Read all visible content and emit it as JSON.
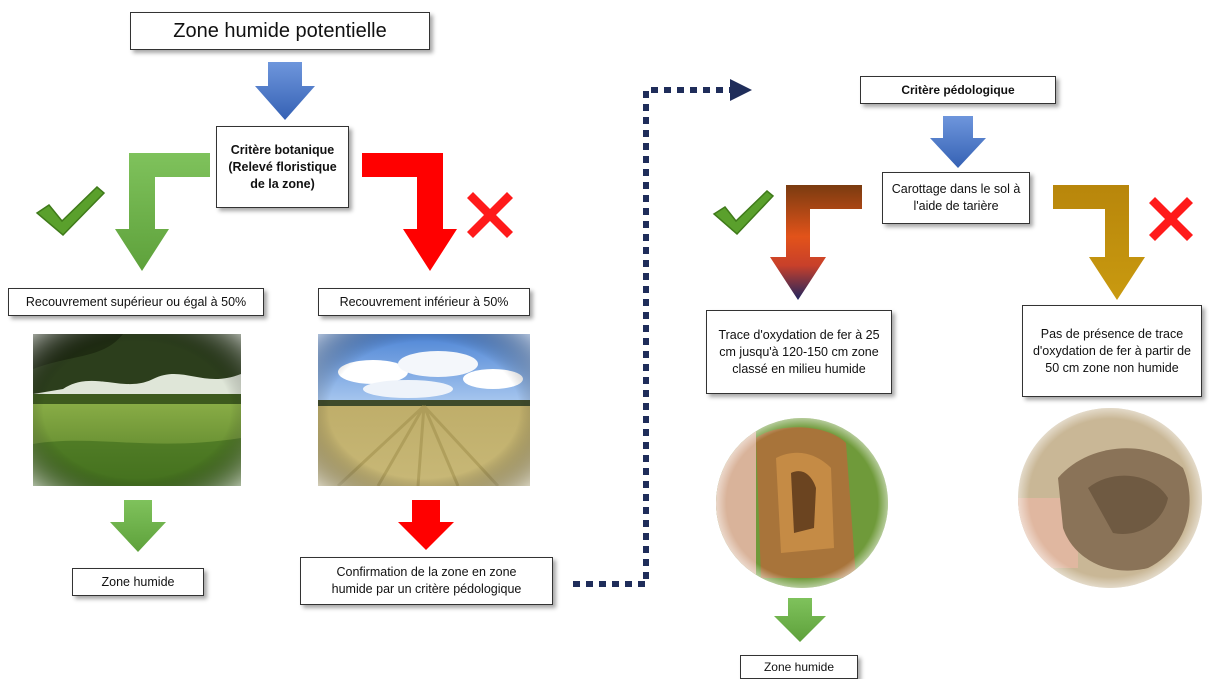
{
  "colors": {
    "blue_arrow": "#4472c4",
    "green_arrow": "#6ab04c",
    "red_arrow": "#ff0000",
    "gold_arrow": "#bf9000",
    "check_green": "#5aa02c",
    "cross_red": "#ff1a1a",
    "dotted_line": "#1f2d5a"
  },
  "title": "Zone humide potentielle",
  "left": {
    "criterion": "Critère botanique (Relevé floristique de la zone)",
    "positive_result": "Recouvrement supérieur ou égal à 50%",
    "negative_result": "Recouvrement inférieur à 50%",
    "positive_outcome": "Zone humide",
    "negative_outcome": "Confirmation de la zone en zone humide par un critère pédologique",
    "positive_icon": "check-icon",
    "negative_icon": "cross-icon"
  },
  "right": {
    "criterion": "Critère pédologique",
    "method": "Carottage dans le sol à l'aide de tarière",
    "positive_result": "Trace d'oxydation de fer à 25 cm jusqu'à 120-150 cm zone classé en milieu humide",
    "negative_result": "Pas de présence de trace d'oxydation de fer à partir de 50 cm zone non humide",
    "positive_outcome": "Zone humide",
    "positive_icon": "check-icon",
    "negative_icon": "cross-icon"
  }
}
